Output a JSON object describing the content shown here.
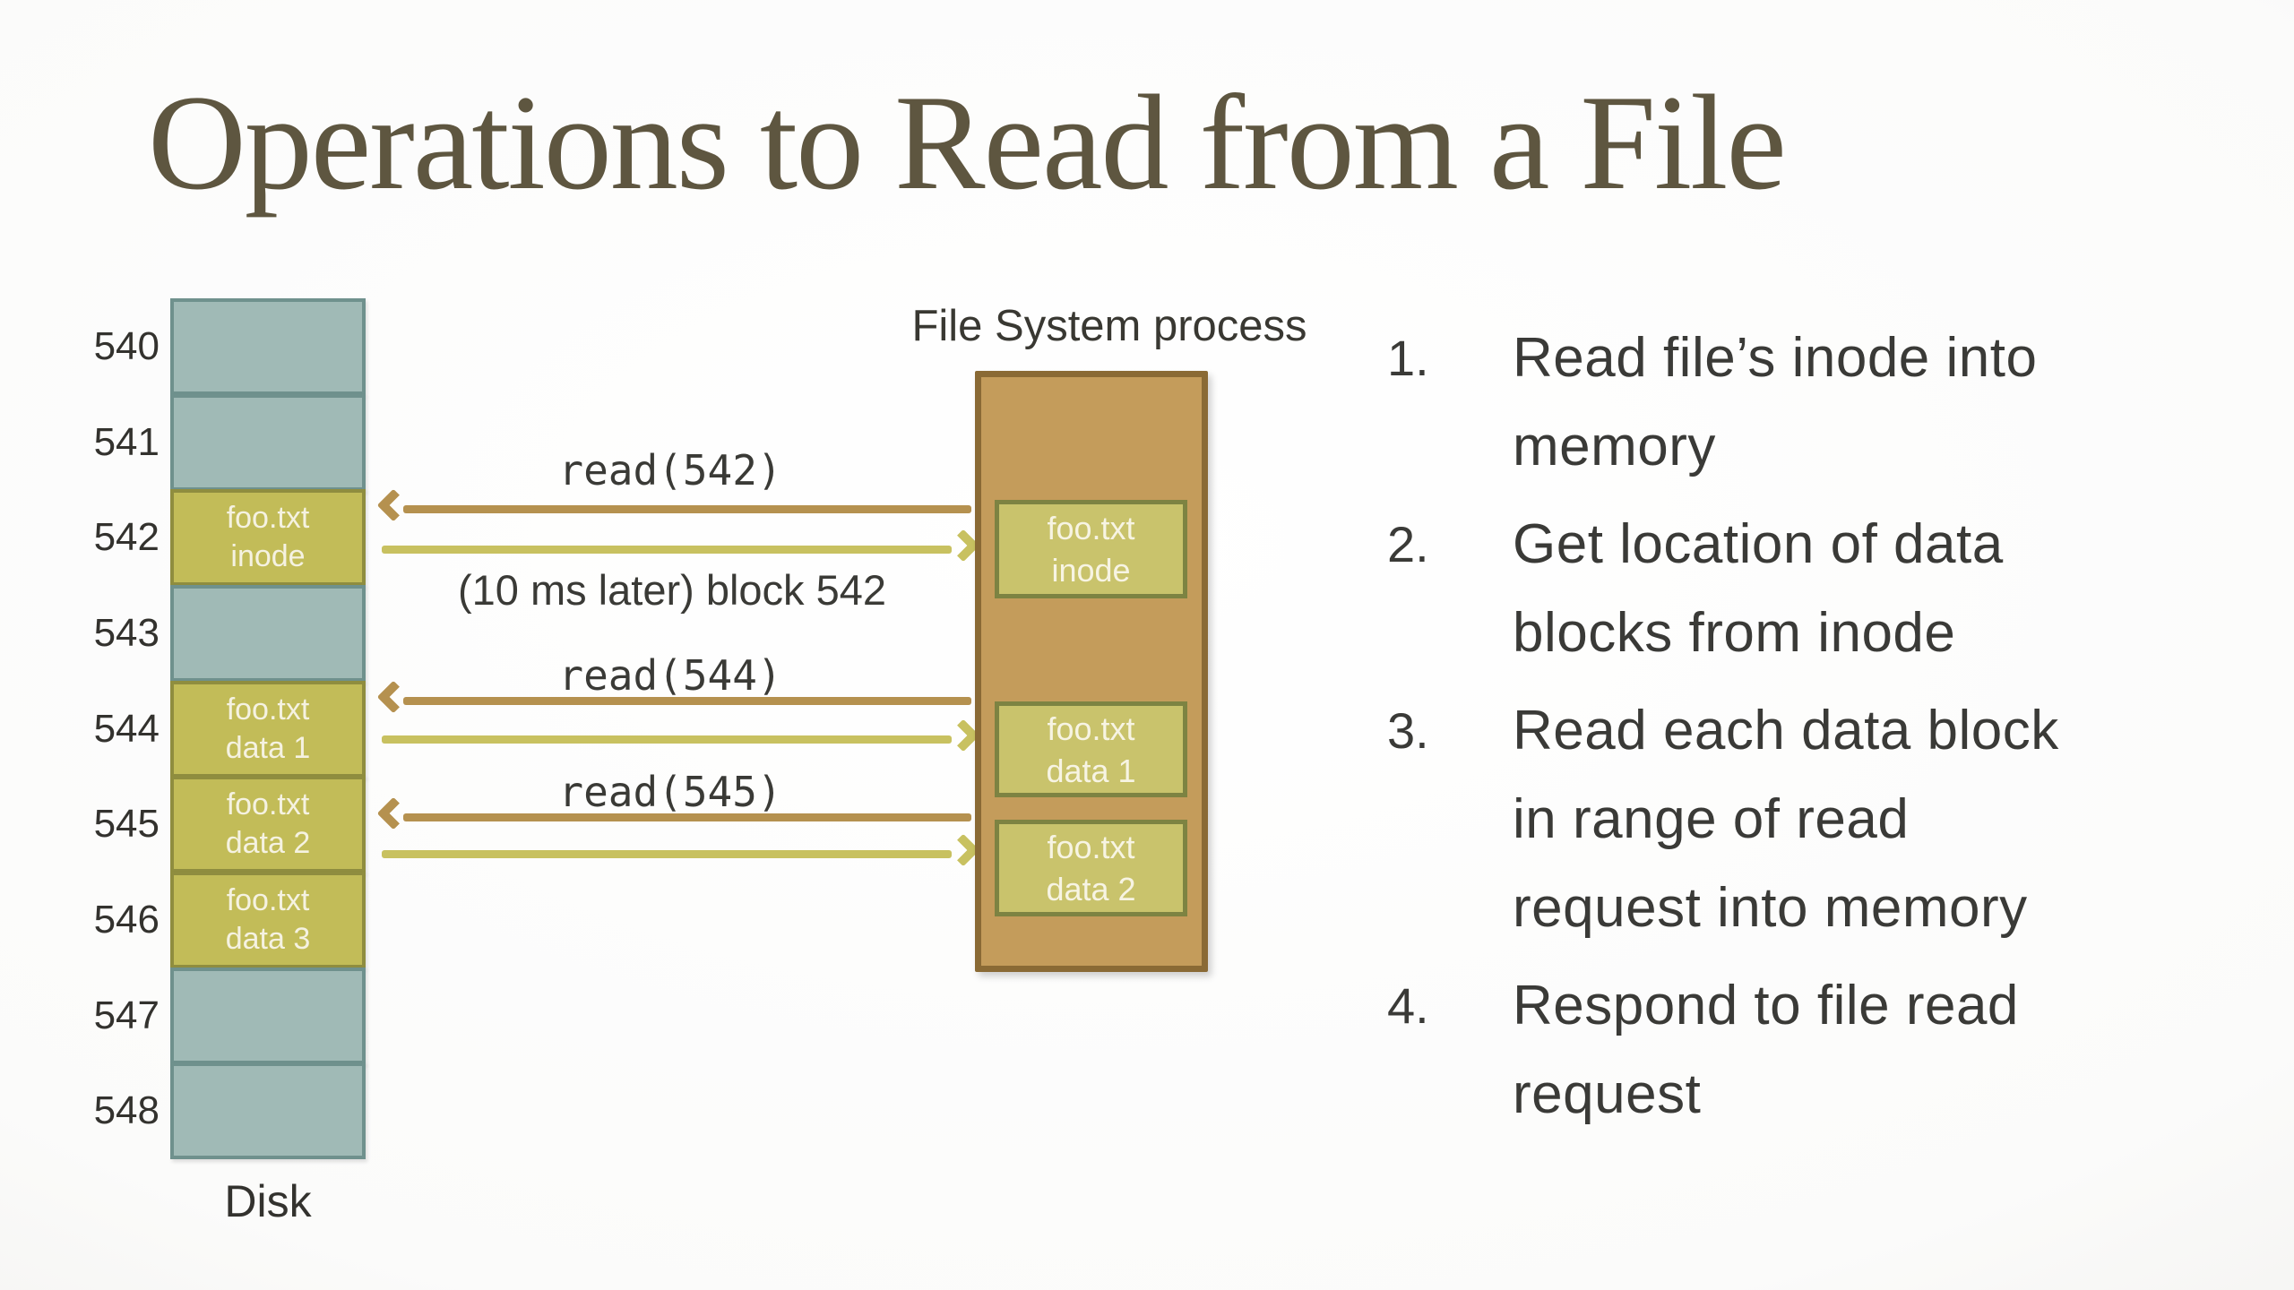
{
  "slide": {
    "title": "Operations to Read from a File"
  },
  "disk": {
    "caption": "Disk",
    "blocks": [
      {
        "number": "540",
        "content": ""
      },
      {
        "number": "541",
        "content": ""
      },
      {
        "number": "542",
        "content": "foo.txt\ninode"
      },
      {
        "number": "543",
        "content": ""
      },
      {
        "number": "544",
        "content": "foo.txt\ndata 1"
      },
      {
        "number": "545",
        "content": "foo.txt\ndata 2"
      },
      {
        "number": "546",
        "content": "foo.txt\ndata 3"
      },
      {
        "number": "547",
        "content": ""
      },
      {
        "number": "548",
        "content": ""
      }
    ]
  },
  "process": {
    "label": "File System process",
    "boxes": [
      {
        "content": "foo.txt\ninode"
      },
      {
        "content": "foo.txt\ndata 1"
      },
      {
        "content": "foo.txt\ndata 2"
      }
    ]
  },
  "messages": {
    "read_542": "read(542)",
    "response_542": "(10 ms later) block 542",
    "read_544": "read(544)",
    "read_545": "read(545)"
  },
  "steps": {
    "items": [
      {
        "number": "1.",
        "text": "Read file’s inode into\nmemory"
      },
      {
        "number": "2.",
        "text": "Get location of data\nblocks from inode"
      },
      {
        "number": "3.",
        "text": "Read each data block\nin range of read\nrequest into memory"
      },
      {
        "number": "4.",
        "text": "Respond to file read\nrequest"
      }
    ]
  },
  "colors": {
    "background_edge": "#e7e5e1",
    "title_text": "#5e5640",
    "body_text": "#3a3a37",
    "teal_block_fill": "#a0bab6",
    "teal_block_border": "#6f918d",
    "olive_block_fill": "#c2bc58",
    "olive_block_border": "#8f8d3f",
    "process_box_fill": "#c49c5b",
    "process_box_border": "#8a6a35",
    "memory_box_fill": "#c9c36c",
    "memory_box_border": "#7d8342",
    "request_arrow": "#b5914f",
    "response_arrow": "#c8c160",
    "block_text": "#f5f2e1"
  }
}
